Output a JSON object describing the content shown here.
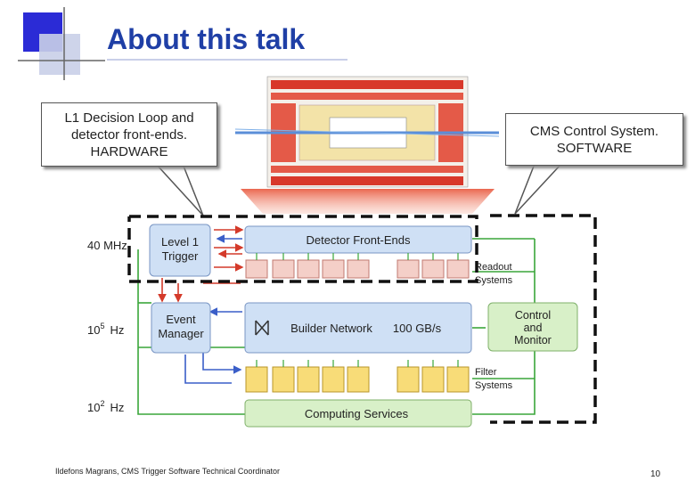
{
  "slide": {
    "title": "About this talk",
    "callout_left": "L1 Decision Loop and\ndetector front-ends.\nHARDWARE",
    "callout_right": "CMS Control System.\nSOFTWARE",
    "footer": "Ildefons Magrans, CMS Trigger Software Technical Coordinator",
    "page_number": "10"
  },
  "diagram": {
    "rate_40": "40 MHz",
    "rate_1e5_base": "10",
    "rate_1e5_exp": "5",
    "rate_1e5_unit": "Hz",
    "rate_1e2_base": "10",
    "rate_1e2_exp": "2",
    "rate_1e2_unit": "Hz",
    "level1_trigger": "Level 1\nTrigger",
    "event_manager": "Event\nManager",
    "detector_front_ends": "Detector Front-Ends",
    "readout_systems": "Readout\nSystems",
    "builder_network": "Builder Network",
    "builder_bandwidth": "100 GB/s",
    "control_and_monitor": "Control\nand\nMonitor",
    "filter_systems": "Filter\nSystems",
    "computing_services": "Computing Services"
  },
  "colors": {
    "title": "#1f3fa6",
    "green_link": "#3aa63a",
    "red_link": "#d43a2a",
    "blue_link": "#3a5ec8",
    "box_blue": "#cfe0f5",
    "box_green": "#d8f0c8",
    "readout_pink": "#f4cfc8",
    "filter_yellow": "#f8dc78"
  }
}
